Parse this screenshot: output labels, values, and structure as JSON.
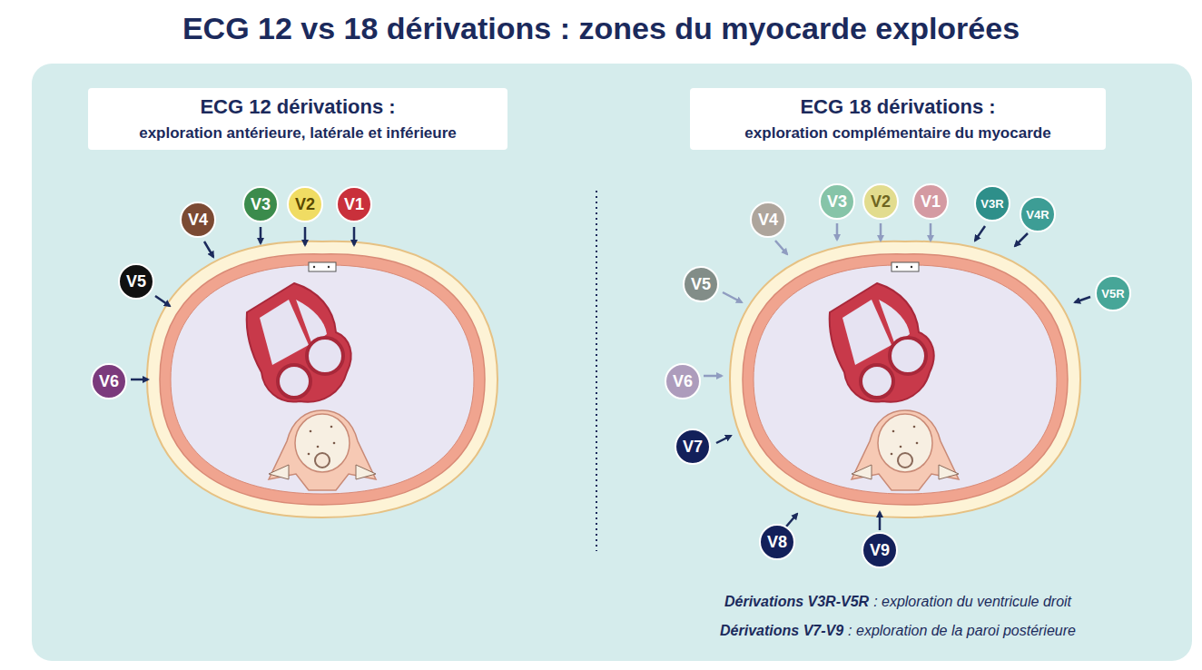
{
  "diagram": {
    "title": "ECG 12 vs 18 dérivations : zones du myocarde explorées",
    "nodes": [
      {
        "text": [
          "ECG 12 dérivations :",
          "exploration antérieure, latérale et inférieure"
        ]
      },
      {
        "text": [
          "V3"
        ]
      },
      {
        "text": [
          "V2"
        ]
      },
      {
        "text": [
          "V1"
        ]
      },
      {
        "text": [
          "V4"
        ]
      },
      {
        "text": [
          "V5"
        ]
      },
      {
        "text": [
          "V6"
        ]
      },
      {
        "text": [
          "ECG 18 dérivations :",
          "exploration complémentaire du myocarde"
        ]
      },
      {
        "text": [
          "V3"
        ]
      },
      {
        "text": [
          "V2"
        ]
      },
      {
        "text": [
          "V1"
        ]
      },
      {
        "text": [
          "V3R"
        ]
      },
      {
        "text": [
          "V4R"
        ]
      },
      {
        "text": [
          "V4"
        ]
      },
      {
        "text": [
          "V5"
        ]
      },
      {
        "text": [
          "V5R"
        ]
      },
      {
        "text": [
          "V6"
        ]
      },
      {
        "text": [
          "V7"
        ]
      },
      {
        "text": [
          "V8"
        ]
      },
      {
        "text": [
          "V9"
        ]
      }
    ],
    "labels": [
      "Dérivations V3R-V5R",
      ": exploration du ventricule droit",
      "Dérivations V7-V9",
      ": exploration de la paroi postérieure"
    ]
  }
}
